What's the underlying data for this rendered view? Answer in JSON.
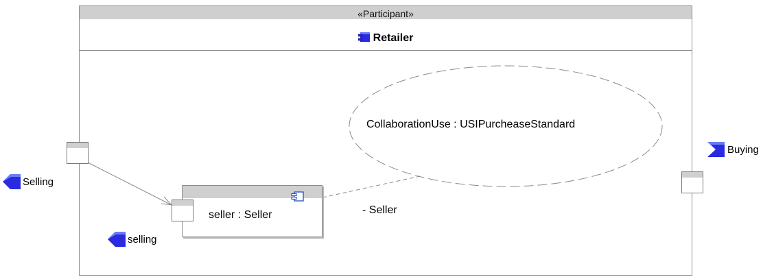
{
  "participant": {
    "stereotype": "«Participant»",
    "name": "Retailer",
    "icon": "component-block-icon"
  },
  "collaboration_use": {
    "label": "CollaborationUse : USIPurcheaseStandard"
  },
  "part": {
    "label": "seller : Seller",
    "icon": "component-icon"
  },
  "role_binding": {
    "label": "- Seller"
  },
  "ports": {
    "selling_outer": {
      "label": "Selling",
      "icon": "service-port-left-icon"
    },
    "buying_outer": {
      "label": "Buying",
      "icon": "request-port-right-icon"
    },
    "selling_inner": {
      "label": "selling",
      "icon": "service-port-left-icon"
    }
  },
  "colors": {
    "port_icon_blue": "#2a2ae0",
    "header_gray": "#cfcfcf",
    "border_gray": "#8a8a8a"
  }
}
